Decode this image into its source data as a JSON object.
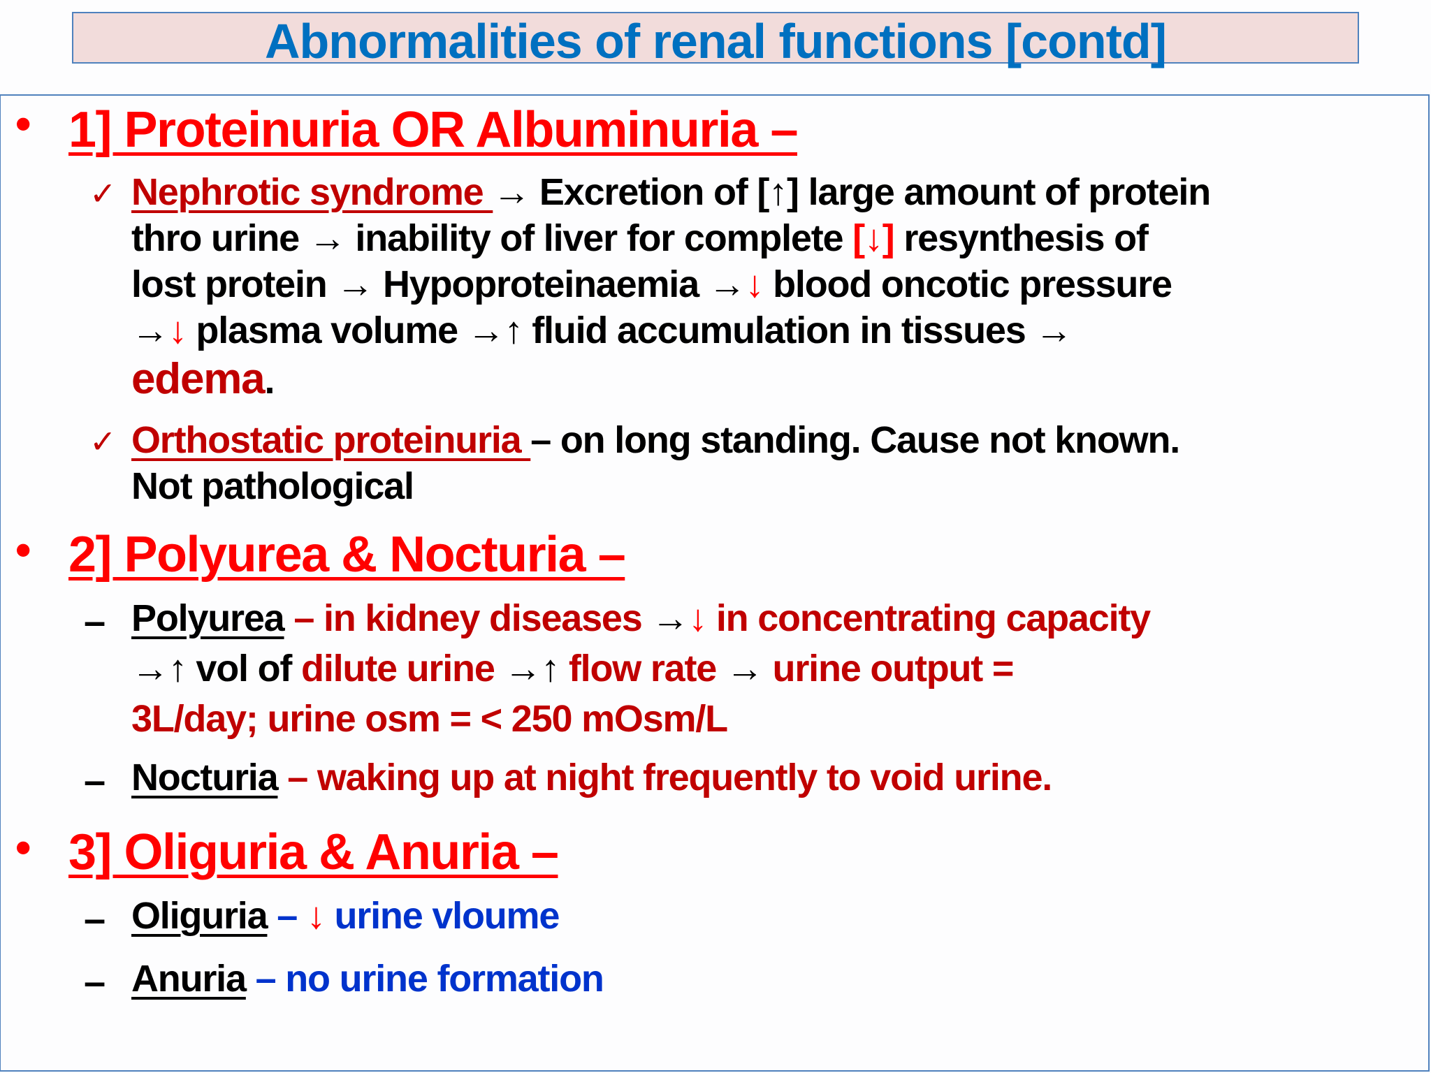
{
  "slide": {
    "title": "Abnormalities of renal functions [contd]",
    "colors": {
      "title": "#0070c0",
      "title_background": "#f2dcdb",
      "border": "#4f81bd",
      "heading": "#ff0000",
      "emphasis_dark_red": "#c00000",
      "blue_text": "#0033cc",
      "body": "#000000"
    }
  },
  "sections": [
    {
      "bullet": "•",
      "heading": "1] Proteinuria OR Albuminuria –",
      "items": [
        {
          "marker": "✓",
          "term": "Nephrotic syndrome ",
          "lines": [
            [
              "→  Excretion of [",
              "↑",
              "] large amount of protein"
            ],
            [
              "thro urine →  inability of liver for complete ",
              "[↓]",
              " resynthesis of"
            ],
            [
              "lost protein →  Hypoproteinaemia →",
              "↓",
              "  blood oncotic pressure"
            ],
            [
              "→",
              "↓",
              "  plasma volume →",
              "↑",
              " fluid accumulation in tissues →"
            ],
            [
              "edema",
              "."
            ]
          ]
        },
        {
          "marker": "✓",
          "term": "Orthostatic proteinuria ",
          "lines": [
            [
              "– on long standing. Cause not known."
            ],
            [
              "Not pathological"
            ]
          ]
        }
      ]
    },
    {
      "bullet": "•",
      "heading": "2] Polyurea & Nocturia –",
      "items": [
        {
          "marker": "–",
          "term": "Polyurea",
          "lines": [
            [
              " – in kidney diseases ",
              "→",
              "↓",
              "  in concentrating capacity"
            ],
            [
              "→",
              "↑",
              " vol of ",
              "dilute urine ",
              "→",
              "↑",
              "  flow rate ",
              "→",
              "  urine output ="
            ],
            [
              "3L/day; urine osm = < 250 mOsm/L"
            ]
          ]
        },
        {
          "marker": "–",
          "term": "Nocturia",
          "lines": [
            [
              " – waking up at night frequently to void urine."
            ]
          ]
        }
      ]
    },
    {
      "bullet": "•",
      "heading": "3] Oliguria & Anuria –",
      "items": [
        {
          "marker": "–",
          "term": "Oliguria",
          "lines": [
            [
              " – ",
              "↓",
              " urine vloume"
            ]
          ]
        },
        {
          "marker": "–",
          "term": "Anuria",
          "lines": [
            [
              " – no urine formation"
            ]
          ]
        }
      ]
    }
  ]
}
